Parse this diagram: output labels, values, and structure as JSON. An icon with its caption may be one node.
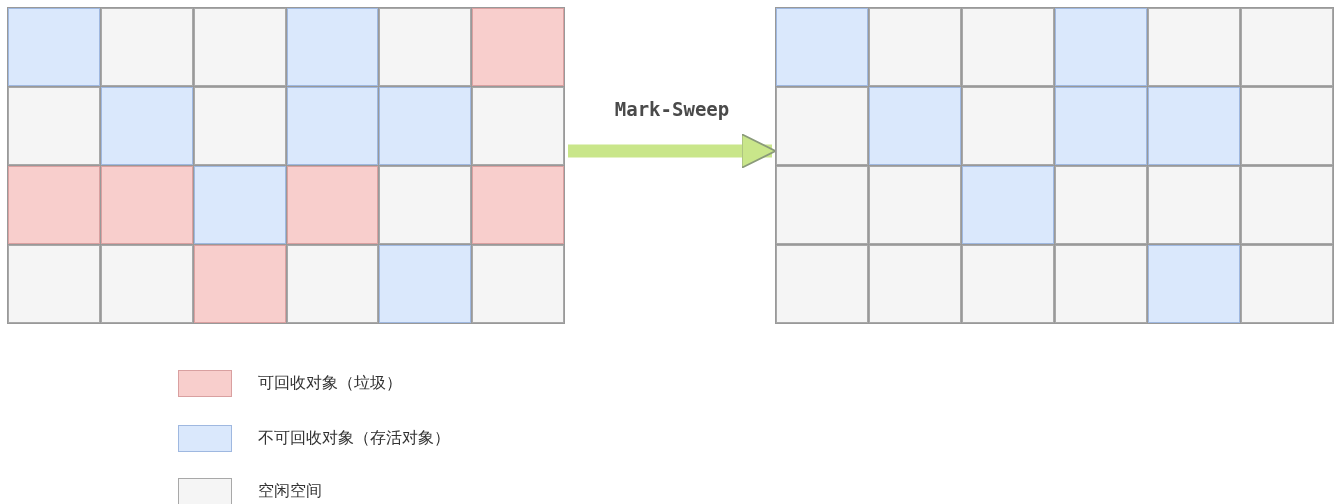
{
  "diagram": {
    "nodes": [
      {
        "text": [],
        "shape": "box"
      },
      {
        "text": [],
        "shape": "box"
      }
    ],
    "edges": [
      {
        "from": 0,
        "to": 1,
        "arrow": "to",
        "label": "Mark-Sweep"
      }
    ],
    "legend": [
      {
        "text": "可回收对象（垃圾）",
        "color": "#f8cecc"
      },
      {
        "text": "不可回收对象（存活对象）",
        "color": "#dae8fc"
      },
      {
        "text": "空闲空间",
        "color": "#f5f5f5"
      }
    ]
  }
}
